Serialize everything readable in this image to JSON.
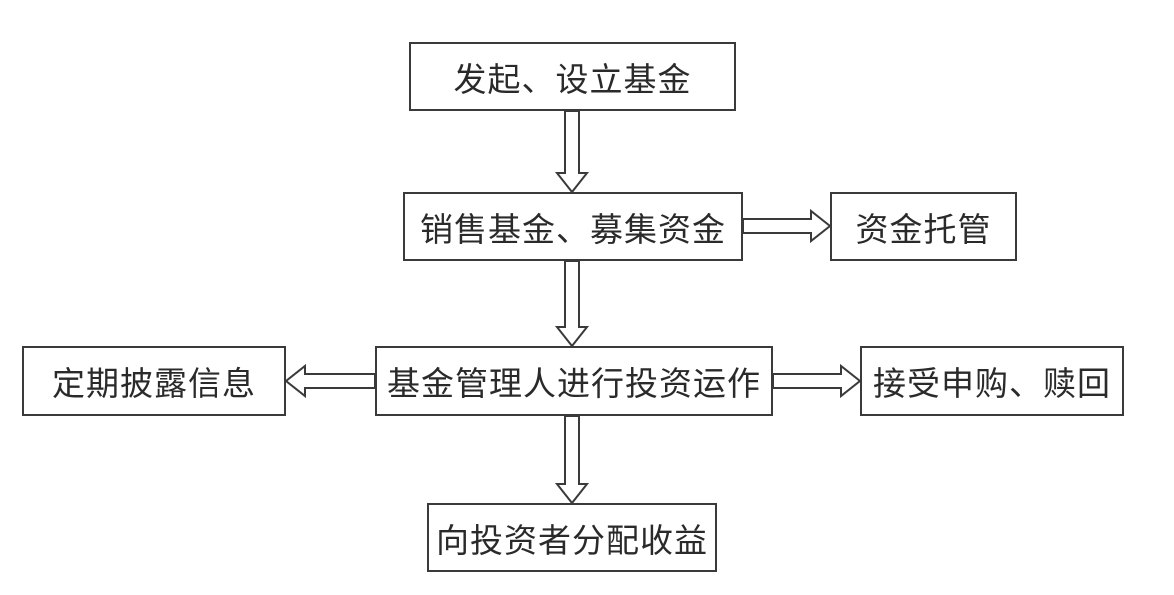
{
  "diagram": {
    "nodes": {
      "start": "发起、设立基金",
      "sell": "销售基金、募集资金",
      "custody": "资金托管",
      "operate": "基金管理人进行投资运作",
      "disclose": "定期披露信息",
      "redeem": "接受申购、赎回",
      "profit": "向投资者分配收益"
    },
    "colors": {
      "stroke": "#3a3a3a",
      "text": "#2a2a2a",
      "background": "#ffffff"
    }
  }
}
